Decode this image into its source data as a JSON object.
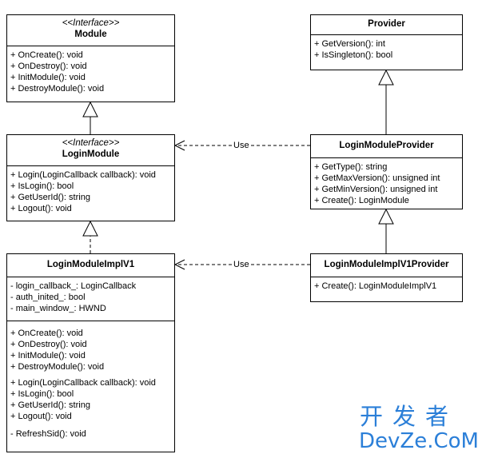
{
  "classes": {
    "module": {
      "stereotype": "<<Interface>>",
      "name": "Module",
      "members": [
        "+ OnCreate(): void",
        "+ OnDestroy(): void",
        "+ InitModule(): void",
        "+ DestroyModule(): void"
      ]
    },
    "provider": {
      "name": "Provider",
      "members": [
        "+ GetVersion(): int",
        "+ IsSingleton(): bool"
      ]
    },
    "login_module": {
      "stereotype": "<<Interface>>",
      "name": "LoginModule",
      "members": [
        "+ Login(LoginCallback callback): void",
        "+ IsLogin(): bool",
        "+ GetUserId(): string",
        "+ Logout(): void"
      ]
    },
    "login_module_provider": {
      "name": "LoginModuleProvider",
      "members": [
        "+ GetType(): string",
        "+ GetMaxVersion(): unsigned int",
        "+ GetMinVersion(): unsigned int",
        "+ Create(): LoginModule"
      ]
    },
    "login_module_impl": {
      "name": "LoginModuleImplV1",
      "fields": [
        "- login_callback_: LoginCallback",
        "- auth_inited_: bool",
        "- main_window_: HWND"
      ],
      "methods_a": [
        "+ OnCreate(): void",
        "+ OnDestroy(): void",
        "+ InitModule(): void",
        "+ DestroyModule(): void"
      ],
      "methods_b": [
        "+ Login(LoginCallback callback): void",
        "+ IsLogin(): bool",
        "+ GetUserId(): string",
        "+ Logout(): void"
      ],
      "methods_c": [
        "- RefreshSid(): void"
      ]
    },
    "login_module_impl_provider": {
      "name": "LoginModuleImplV1Provider",
      "members": [
        "+ Create(): LoginModuleImplV1"
      ]
    }
  },
  "edges": {
    "use_top": "Use",
    "use_bottom": "Use"
  },
  "watermark": {
    "chinese": "开发者",
    "latin": "DevZe.CoM"
  },
  "colors": {
    "watermark": "#2b7fd8"
  }
}
